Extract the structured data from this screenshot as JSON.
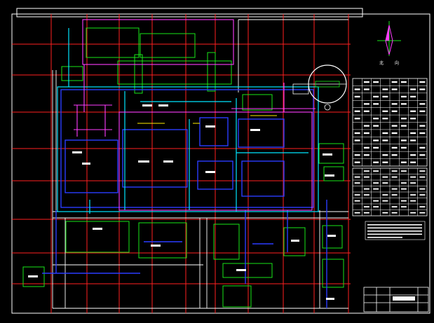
{
  "drawing": {
    "background": "#000000",
    "colors": {
      "frame": "#ffffff",
      "grid": "#ff2020",
      "road": "#ffffff",
      "pipe_blue": "#2a3cff",
      "pipe_cyan": "#00e5ff",
      "pipe_magenta": "#ff3cff",
      "equipment_green": "#19e619",
      "label_white": "#ffffff",
      "pipe_yellow": "#ffee00"
    },
    "north_arrow": {
      "icon": "north-arrow-compass-icon",
      "label_left": "北",
      "label_right": "向"
    },
    "tank": {
      "icon": "circular-storage-tank-icon"
    },
    "tables": {
      "legend_table": {
        "rows": 12,
        "columns": 8
      },
      "equipment_table": {
        "rows": 8,
        "columns": 8
      },
      "notes_block": {
        "lines": 5
      },
      "title_block": {
        "rows": 3,
        "columns": 6
      }
    }
  }
}
